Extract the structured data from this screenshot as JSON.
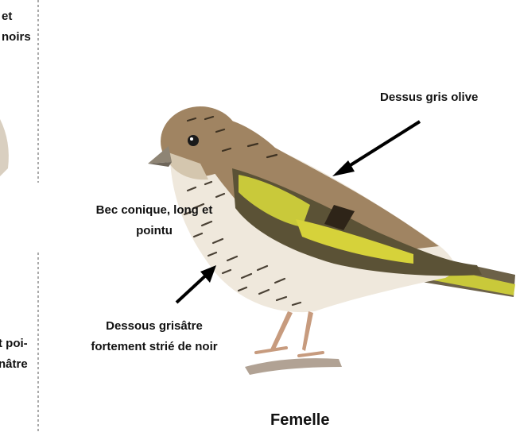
{
  "labels": {
    "left_top": [
      "et",
      "noirs"
    ],
    "left_bottom": [
      "t poi-",
      "nâtre"
    ],
    "back": "Dessus gris olive",
    "beak": [
      "Bec conique, long et",
      "pointu"
    ],
    "underside": [
      "Dessous grisâtre",
      "fortement strié de noir"
    ],
    "caption": "Femelle"
  },
  "colors": {
    "plumage_brown": "#a08462",
    "underside": "#efe8dc",
    "wing_yellow": "#c9c93a",
    "streak": "#2e2418",
    "leg": "#c79b7e",
    "perch": "#b1a294"
  }
}
